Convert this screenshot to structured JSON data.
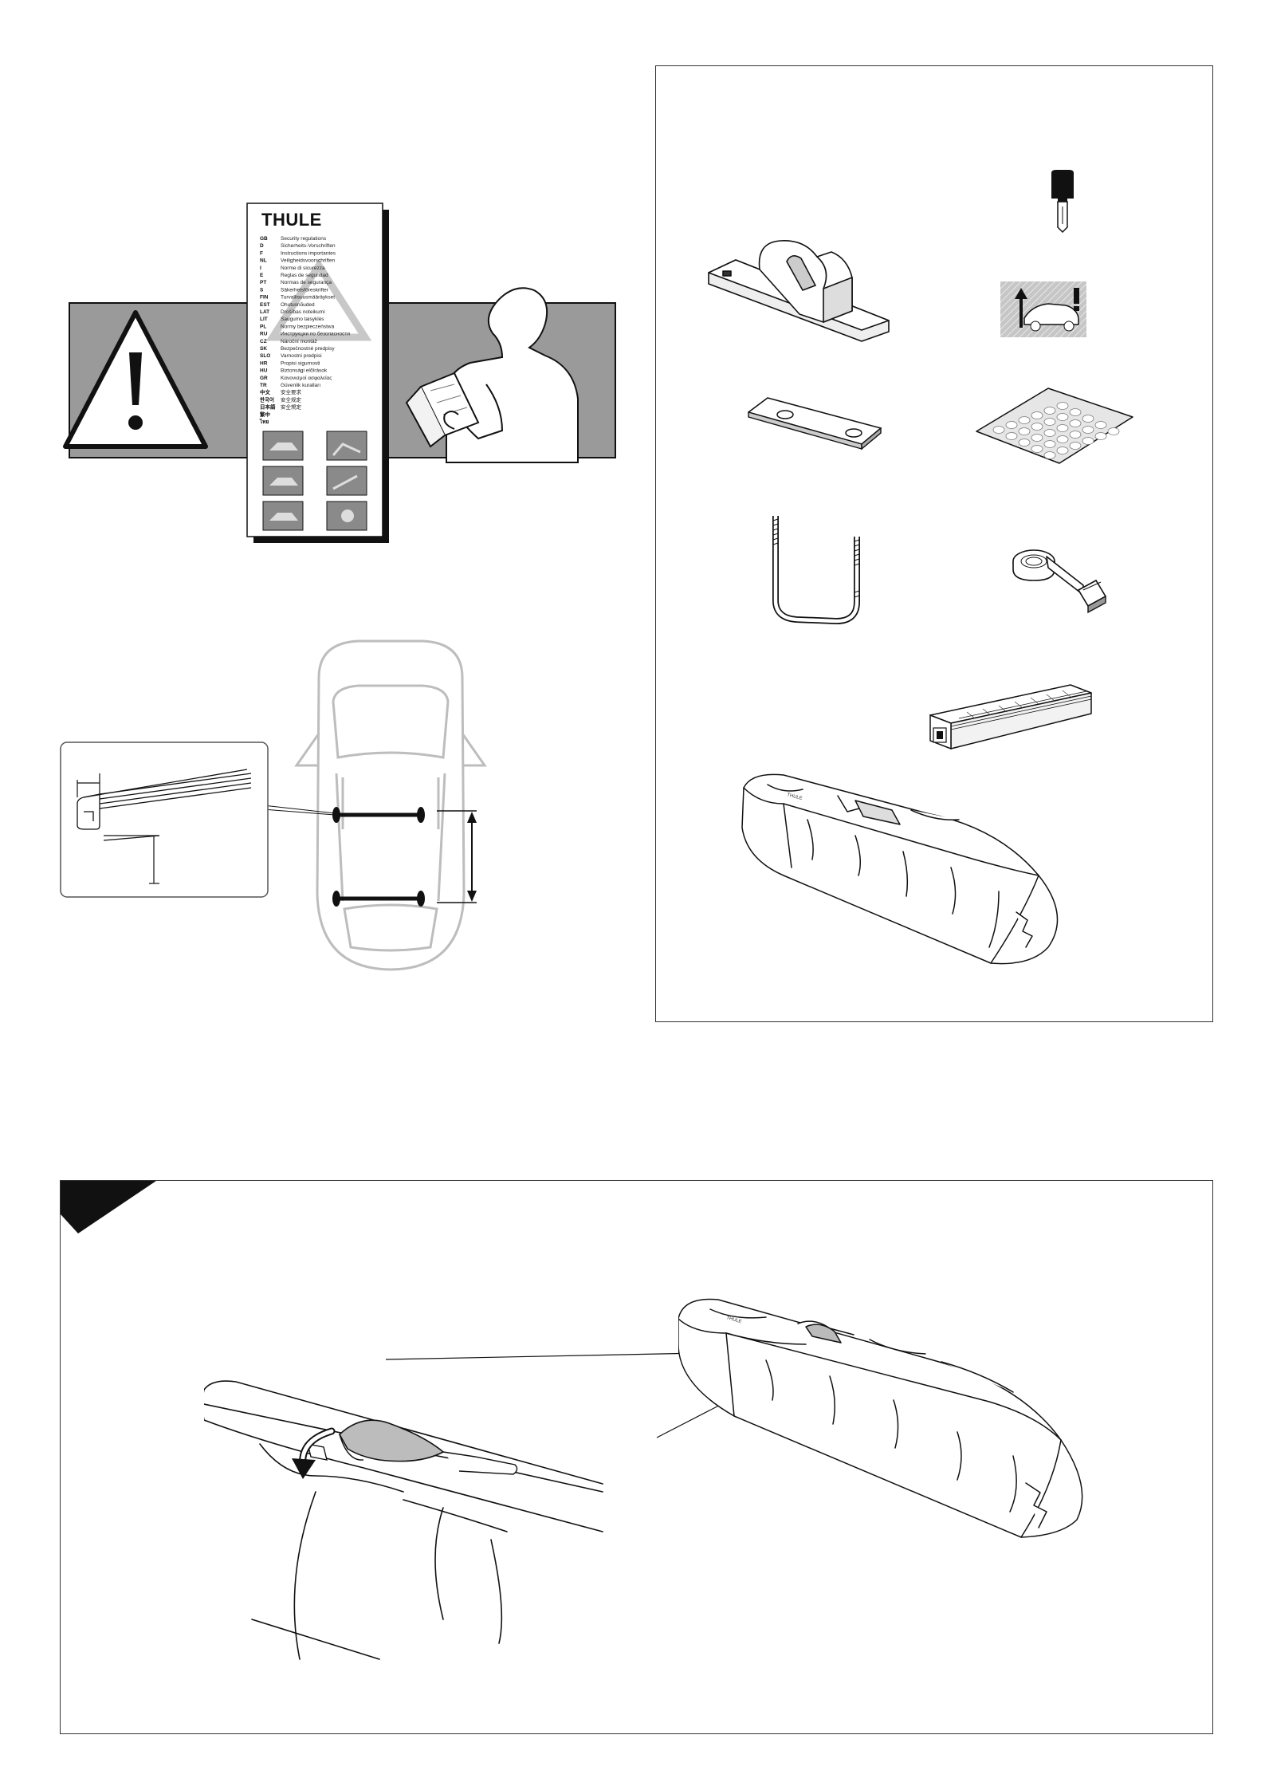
{
  "manual": {
    "brand": "THULE",
    "codes": [
      "GB",
      "D",
      "F",
      "NL",
      "I",
      "E",
      "PT",
      "S",
      "FIN",
      "EST",
      "LAT",
      "LIT",
      "PL",
      "RU",
      "CZ",
      "SK",
      "SLO",
      "HR",
      "HU",
      "GR",
      "TR",
      "中文",
      "한국어",
      "日本語",
      "繁中",
      "ไทย"
    ],
    "lines": [
      "Security regulations",
      "Sicherheits-Vorschriften",
      "Instructions importantes",
      "Veiligheidsvoorschriften",
      "Norme di sicurezza",
      "Reglas de seguridad",
      "Normas de segurança",
      "Säkerhetsföreskrifter",
      "Turvallisuusmääräykset",
      "Ohutusnõuded",
      "Drošības noteikumi",
      "Saugumo taisyklės",
      "Normy bezpieczeństwa",
      "Инструкции по безопасности",
      "Nároční montáž",
      "Bezpečnostné predpisy",
      "Varnostni predpisi",
      "Propisi sigurnosti",
      "Biztonsági előírások",
      "Κανονισμοί ασφαλείας",
      "Güvenlik kuralları",
      "安全要求",
      "安全规定",
      "安全規定",
      "",
      ""
    ]
  },
  "parts": {
    "items": [
      "bracket",
      "key",
      "sticker",
      "plate",
      "dots-sheet",
      "u-bolt",
      "strap",
      "foam",
      "bag"
    ]
  },
  "step": {
    "marker": ""
  }
}
